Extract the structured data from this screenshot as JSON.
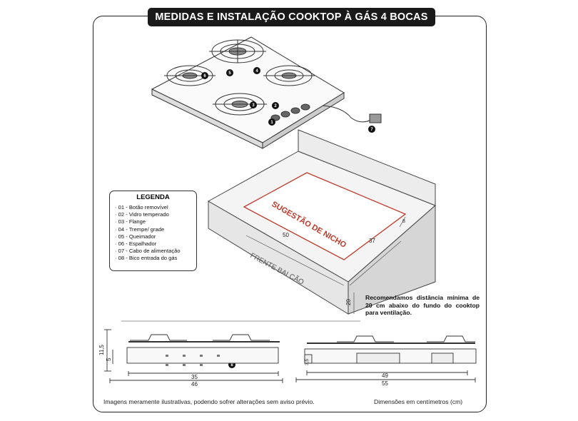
{
  "title": "MEDIDAS E INSTALAÇÃO COOKTOP À GÁS 4 BOCAS",
  "legend": {
    "title": "LEGENDA",
    "items": [
      "· 01 - Botão removível",
      "· 02 - Vidro temperado",
      "· 03 - Flange",
      "· 04 - Trempe/ grade",
      "· 05 - Queimador",
      "· 06 - Espalhador",
      "· 07 - Cabo de alimentação",
      "· 08 - Bico entrada do gás"
    ]
  },
  "callouts": [
    "1",
    "2",
    "3",
    "4",
    "5",
    "6",
    "7",
    "8"
  ],
  "counter": {
    "front_label": "FRENTE BALCÃO",
    "niche_label": "SUGESTÃO DE NICHO",
    "niche_width": "50",
    "niche_depth": "37",
    "niche_edge": "8",
    "counter_height": "20"
  },
  "recommendation": "Recomendamos distância mínima de 20 cm abaixo do fundo do cooktop para ventilação.",
  "front_view": {
    "height_total": "11,5",
    "height_body": "5",
    "width_inner": "35",
    "width_total": "46"
  },
  "side_view": {
    "height_label": "3,5",
    "width_inner": "49",
    "width_total": "55"
  },
  "footer": {
    "disclaimer": "Imagens meramente ilustrativas, podendo sofrer alterações sem aviso prévio.",
    "units": "Dimensões em centímetros (cm)"
  },
  "colors": {
    "banner": "#1a1a1a",
    "niche_outline": "#c0392b",
    "niche_text": "#c0392b",
    "line": "#333333"
  }
}
